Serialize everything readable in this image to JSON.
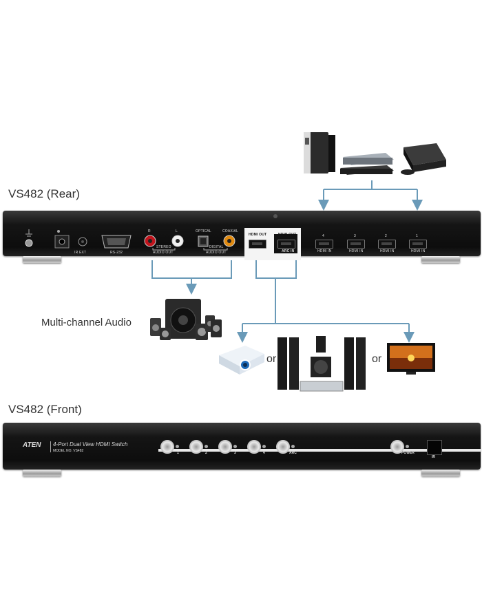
{
  "rear_title": "VS482 (Rear)",
  "front_title": "VS482 (Front)",
  "audio_caption": "Multi-channel Audio",
  "or_1": "or",
  "or_2": "or",
  "rear_labels": {
    "ir_ext": "IR EXT",
    "rs232": "RS-232",
    "r": "R",
    "l": "L",
    "stereo": "STEREO",
    "audio_out": "AUDIO OUT",
    "optical": "OPTICAL",
    "coaxial": "COAXIAL",
    "digital": "DIGITAL",
    "digital_audio_out": "AUDIO OUT",
    "hdmi_out_1": "HDMI OUT",
    "hdmi_out_2": "HDMI OUT",
    "arc_in": "ARC IN",
    "in4": "4",
    "in3": "3",
    "in2": "2",
    "in1": "1",
    "hdmi_in": "HDMI IN"
  },
  "front_labels": {
    "brand": "ATEN",
    "model_name": "4-Port Dual View HDMI Switch",
    "model_no": "MODEL NO. VS482",
    "b1": "1",
    "b2": "2",
    "b3": "3",
    "b4": "4",
    "arc": "ARC",
    "power": "POWER",
    "ir": "IR"
  },
  "colors": {
    "connector": "#6a9ab8",
    "panel": "#141414",
    "foot": "#c8c8c8"
  }
}
